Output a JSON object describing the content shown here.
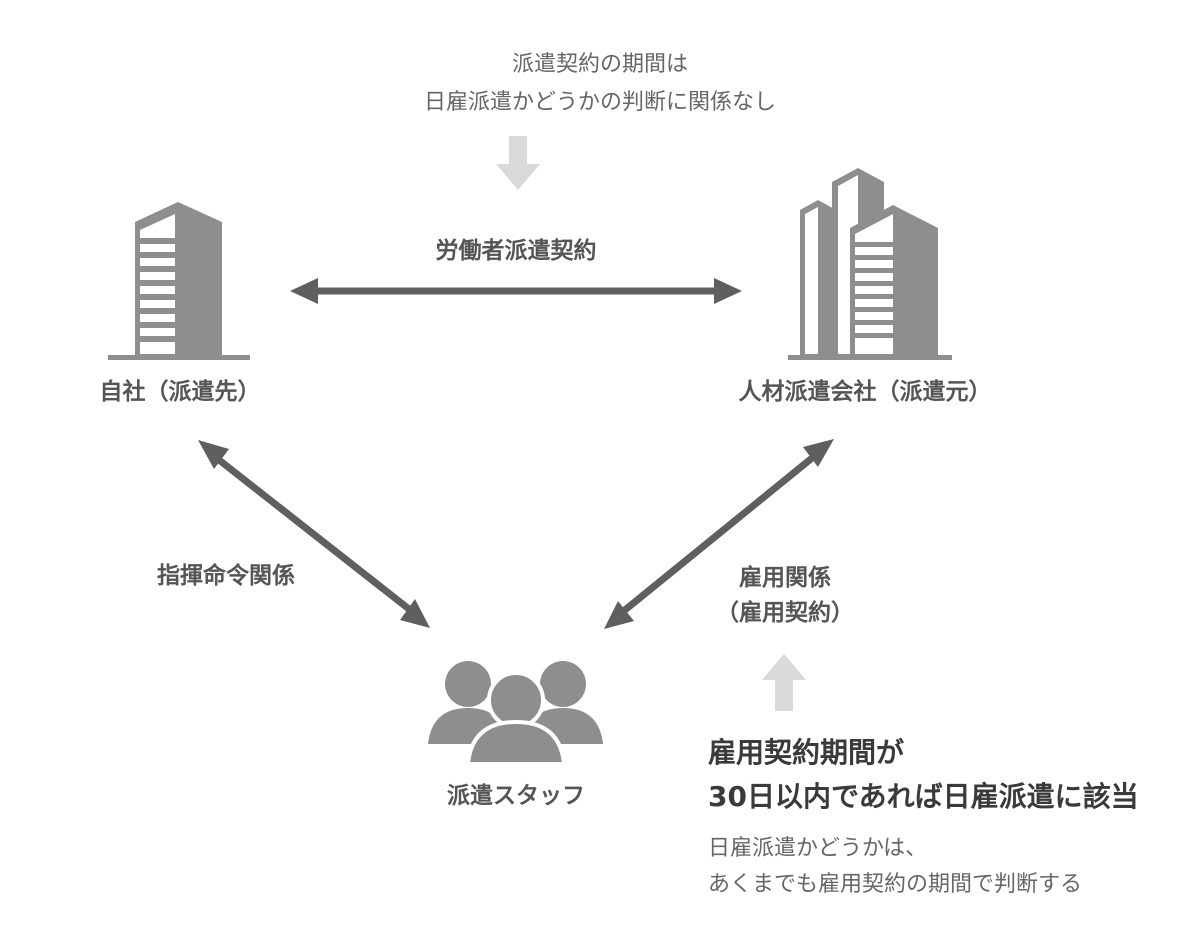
{
  "top_note": {
    "line1": "派遣契約の期間は",
    "line2": "日雇派遣かどうかの判断に関係なし"
  },
  "contract_label": "労働者派遣契約",
  "client_company": {
    "label": "自社（派遣先）"
  },
  "agency_company": {
    "label": "人材派遣会社（派遣元）"
  },
  "command_relation": {
    "label": "指揮命令関係"
  },
  "employment_relation": {
    "line1": "雇用関係",
    "line2": "（雇用契約）"
  },
  "staff": {
    "label": "派遣スタッフ"
  },
  "highlight": {
    "line1": "雇用契約期間が",
    "line2": "30日以内であれば日雇派遣に該当"
  },
  "bottom_note": {
    "line1": "日雇派遣かどうかは、",
    "line2": "あくまでも雇用契約の期間で判断する"
  },
  "colors": {
    "dark": "#5f5f5f",
    "light_arrow": "#d9d9d9",
    "building": "#8e8e8e",
    "text": "#555555"
  }
}
